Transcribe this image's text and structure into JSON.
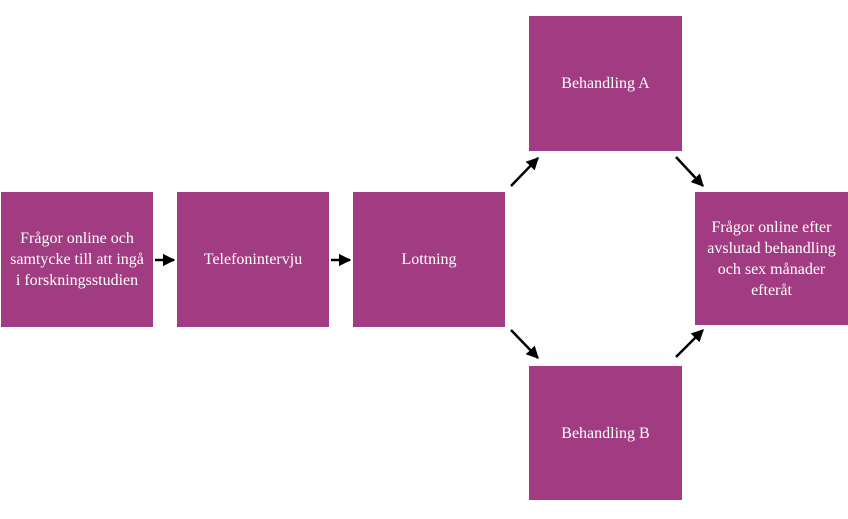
{
  "theme": {
    "box_color": "#a13c82",
    "text_color": "#ffffff",
    "arrow_color": "#000000"
  },
  "boxes": {
    "questionnaire": "Frågor online och samtycke till att ingå i forskningsstudien",
    "phone_interview": "Telefonintervju",
    "randomization": "Lottning",
    "treatment_a": "Behandling A",
    "treatment_b": "Behandling B",
    "followup": "Frågor online efter avslutad behandling och sex månader efteråt"
  }
}
